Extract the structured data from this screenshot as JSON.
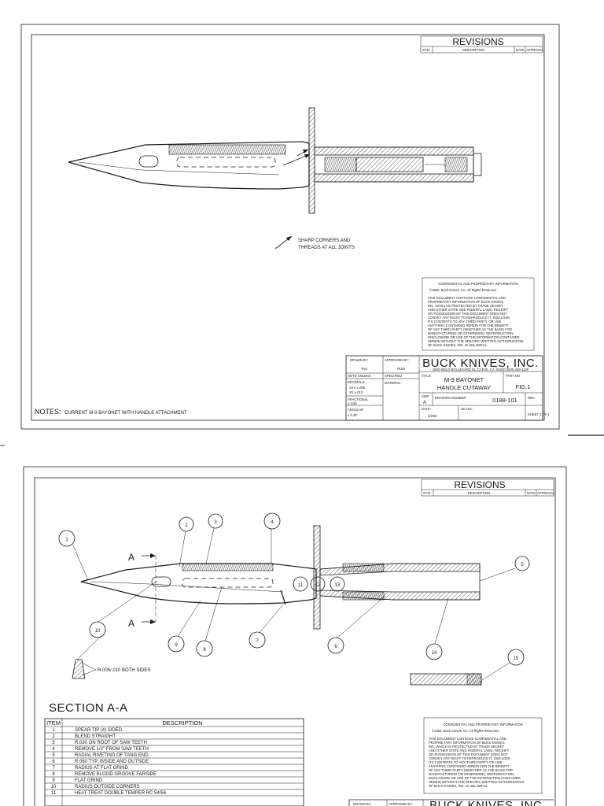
{
  "sheet1": {
    "revisions": {
      "title": "REVISIONS",
      "col_sym": "SYM",
      "col_description": "DESCRIPTION",
      "col_date": "DATE",
      "col_approval": "APPROVAL"
    },
    "callout": {
      "line1": "SHARP CORNERS AND",
      "line2": "THREADS AT ALL JOINTS"
    },
    "confidential": {
      "heading": "CONFIDENTIAL AND PROPRIETARY INFORMATION",
      "copyright": "©1992, Buck Knives, Inc.  All Rights Reserved.",
      "body": [
        "THIS DOCUMENT CONTAINS CONFIDENTIAL AND",
        "PROPRIETARY INFORMATION OF BUCK KNIVES,",
        "INC. WHICH IS PROTECTED BY TRADE SECRET",
        "AND OTHER STATE AND FEDERAL LAWS. RECEIPT",
        "OR POSSESSION OF THIS DOCUMENT DOES NOT",
        "CONVEY ANY RIGHT TO REPRODUCE IT, DISCLOSE",
        "ITS CONTENTS TO ANY THIRD PARTY, OR USE",
        "ANYTHING CONTAINED HEREIN FOR THE BENEFIT",
        "OF ANY THIRD PARTY (WHETHER AS THE BASIS FOR",
        "MANUFACTURING OR OTHERWISE). REPRODUCTION,",
        "DISCLOSURE OR USE OF THE INFORMATION CONTAINED",
        "HEREIN WITHOUT THE SPECIFIC WRITTEN AUTHORIZATION",
        "OF BUCK KNIVES, INC. IS UNLAWFUL."
      ]
    },
    "title_block": {
      "drawn_by_label": "DRAWN BY:",
      "drawn_by": "TAG",
      "approved_by_label": "APPROVED BY:",
      "approved_by": "RUM",
      "company": "BUCK KNIVES, INC.",
      "address": "1900 WELD BOULEVARD EL CAJON, CA. 92020 (619) 449-1100",
      "note_unless": "NOTE UNLESS",
      "specified": "SPECIFIED",
      "decimals_label": "DECIMALS:",
      "decimals_xxx": "XXX  ±.005",
      "decimals_xx": "XX  ±.010",
      "material_label": "MATERIAL:",
      "fractional_label": "FRACTIONAL",
      "fractional_value": "± 1/32",
      "angular_label": "ANGULAR",
      "angular_value": "± 0 30'",
      "title_label": "TITLE:",
      "title_line1": "M-9 BAYONET",
      "title_line2": "HANDLE CUTAWAY",
      "part_no_label": "PART NO.",
      "part_no": "FIG.1",
      "size_label": "SIZE",
      "size": "A",
      "drawing_number_label": "DRAWING NUMBER:",
      "drawing_number": "0188-101",
      "rev_label": "REV.",
      "date_label": "DATE:",
      "date": "3/2/94",
      "scale_label": "SCALE:",
      "sheet": "SHEET 1 OF 1"
    },
    "notes_label": "NOTES:",
    "notes_text": "CURRENT M-9 BAYONET WITH HANDLE ATTACHMENT"
  },
  "sheet2": {
    "revisions": {
      "title": "REVISIONS",
      "col_sym": "SYM",
      "col_description": "DESCRIPTION",
      "col_date": "DATE",
      "col_approval": "APPROVAL"
    },
    "section_marker": "A",
    "balloons": [
      "1",
      "2",
      "3",
      "4",
      "5",
      "6",
      "7",
      "8",
      "9",
      "10",
      "11",
      "12",
      "13",
      "14",
      "15"
    ],
    "radius_note": "R.005/.010 BOTH SIDES",
    "section_title": "SECTION A-A",
    "item_table": {
      "col_item": "ITEM",
      "col_description": "DESCRIPTION",
      "rows": [
        {
          "item": "1",
          "description": "SPEAR TIP (4) SIDED"
        },
        {
          "item": "2",
          "description": "BLEND STRAIGHT"
        },
        {
          "item": "3",
          "description": "R.030 ON ROOT OF SAW TEETH"
        },
        {
          "item": "4",
          "description": "REMOVE 1/2\" FROM SAW TEETH"
        },
        {
          "item": "5",
          "description": "RADIAL RIVETING OF TANG END"
        },
        {
          "item": "6",
          "description": "R.060 TYP. INSIDE AND OUTSIDE"
        },
        {
          "item": "7",
          "description": "RADIUS AT FLAT GRIND"
        },
        {
          "item": "8",
          "description": "REMOVE BLOOD GROOVE FARSIDE"
        },
        {
          "item": "9",
          "description": "FLAT GRIND"
        },
        {
          "item": "10",
          "description": "RADIUS OUTSIDE CORNERS"
        },
        {
          "item": "11",
          "description": "HEAT TREAT DOUBLE TEMPER RC 54/56"
        }
      ]
    },
    "confidential": {
      "heading": "CONFIDENTIAL AND PROPRIETARY INFORMATION",
      "copyright": "©1992, Buck Knives, Inc.  All Rights Reserved.",
      "body": [
        "THIS DOCUMENT CONTAINS CONFIDENTIAL AND",
        "PROPRIETARY INFORMATION OF BUCK KNIVES,",
        "INC. WHICH IS PROTECTED BY TRADE SECRET",
        "AND OTHER STATE AND FEDERAL LAWS. RECEIPT",
        "OR POSSESSION OF THIS DOCUMENT DOES NOT",
        "CONVEY ANY RIGHT TO REPRODUCE IT, DISCLOSE",
        "ITS CONTENTS TO ANY THIRD PARTY, OR USE",
        "ANYTHING CONTAINED HEREIN FOR THE BENEFIT",
        "OF ANY THIRD PARTY (WHETHER AS THE BASIS FOR",
        "MANUFACTURING OR OTHERWISE). REPRODUCTION,",
        "DISCLOSURE OR USE OF THE INFORMATION CONTAINED",
        "HEREIN WITHOUT THE SPECIFIC WRITTEN AUTHORIZATION",
        "OF BUCK KNIVES, INC. IS UNLAWFUL."
      ]
    },
    "title_block": {
      "drawn_by_label": "DRAWN BY:",
      "approved_by_label": "APPROVED BY:",
      "company": "BUCK KNIVES, INC."
    }
  }
}
